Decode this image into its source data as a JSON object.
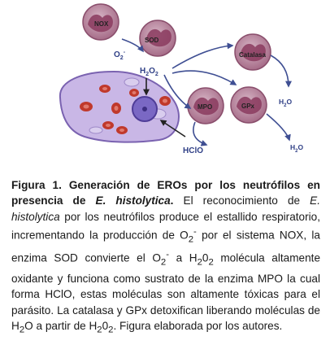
{
  "figure": {
    "cells": {
      "nox": "NOX",
      "sod": "SOD",
      "catalasa": "Catalasa",
      "mpo": "MPO",
      "gpx": "GPx"
    },
    "molecules": {
      "o2": "O",
      "o2_sub": "2",
      "o2_sup": "-",
      "h2o2_h": "H",
      "h2o2_sub1": "2",
      "h2o2_o": "O",
      "h2o2_sub2": "2",
      "hclo": "HClO",
      "h2o_catalasa_h": "H",
      "h2o_catalasa_sub": "2",
      "h2o_catalasa_o": "O",
      "h2o_gpx_h": "H",
      "h2o_gpx_sub": "2",
      "h2o_gpx_o": "O"
    },
    "colors": {
      "neutrophil_fill": "#b07a95",
      "neutrophil_nucleus": "#8a3a5e",
      "parasite_fill": "#c9b7e6",
      "parasite_outline": "#7a62b0",
      "parasite_nucleus": "#6f5bb4",
      "rbc": "#c0392b",
      "arrow": "#3f4f93"
    }
  },
  "caption": {
    "title_a": "Figura 1. Generación de EROs por los neutrófilos en presencia de ",
    "title_species": "E. histolytica",
    "title_end": ".",
    "t1": " El reconocimiento de ",
    "species": "E. histolytica",
    "t2": " por los neutrófilos produce el estallido respiratorio, incrementando la producción de O",
    "t2_sub": "2",
    "t2_sup": "-",
    "t3": " por el sistema NOX, la enzima SOD convierte el O",
    "t3_sub": "2",
    "t3_sup": "-",
    "t4": " a H",
    "t4_sub1": "2",
    "t4_mid": "0",
    "t4_sub2": "2",
    "t5": " molécula altamente oxidante y funciona como sustrato de la enzima MPO la cual forma HClO, estas moléculas son altamente tóxicas para el parásito. La catalasa y GPx detoxifican liberando moléculas de H",
    "t5_sub": "2",
    "t5_o": "O a partir de H",
    "t5_sub1": "2",
    "t5_mid": "0",
    "t5_sub2": "2",
    "t6": ". Figura elaborada por los autores."
  }
}
